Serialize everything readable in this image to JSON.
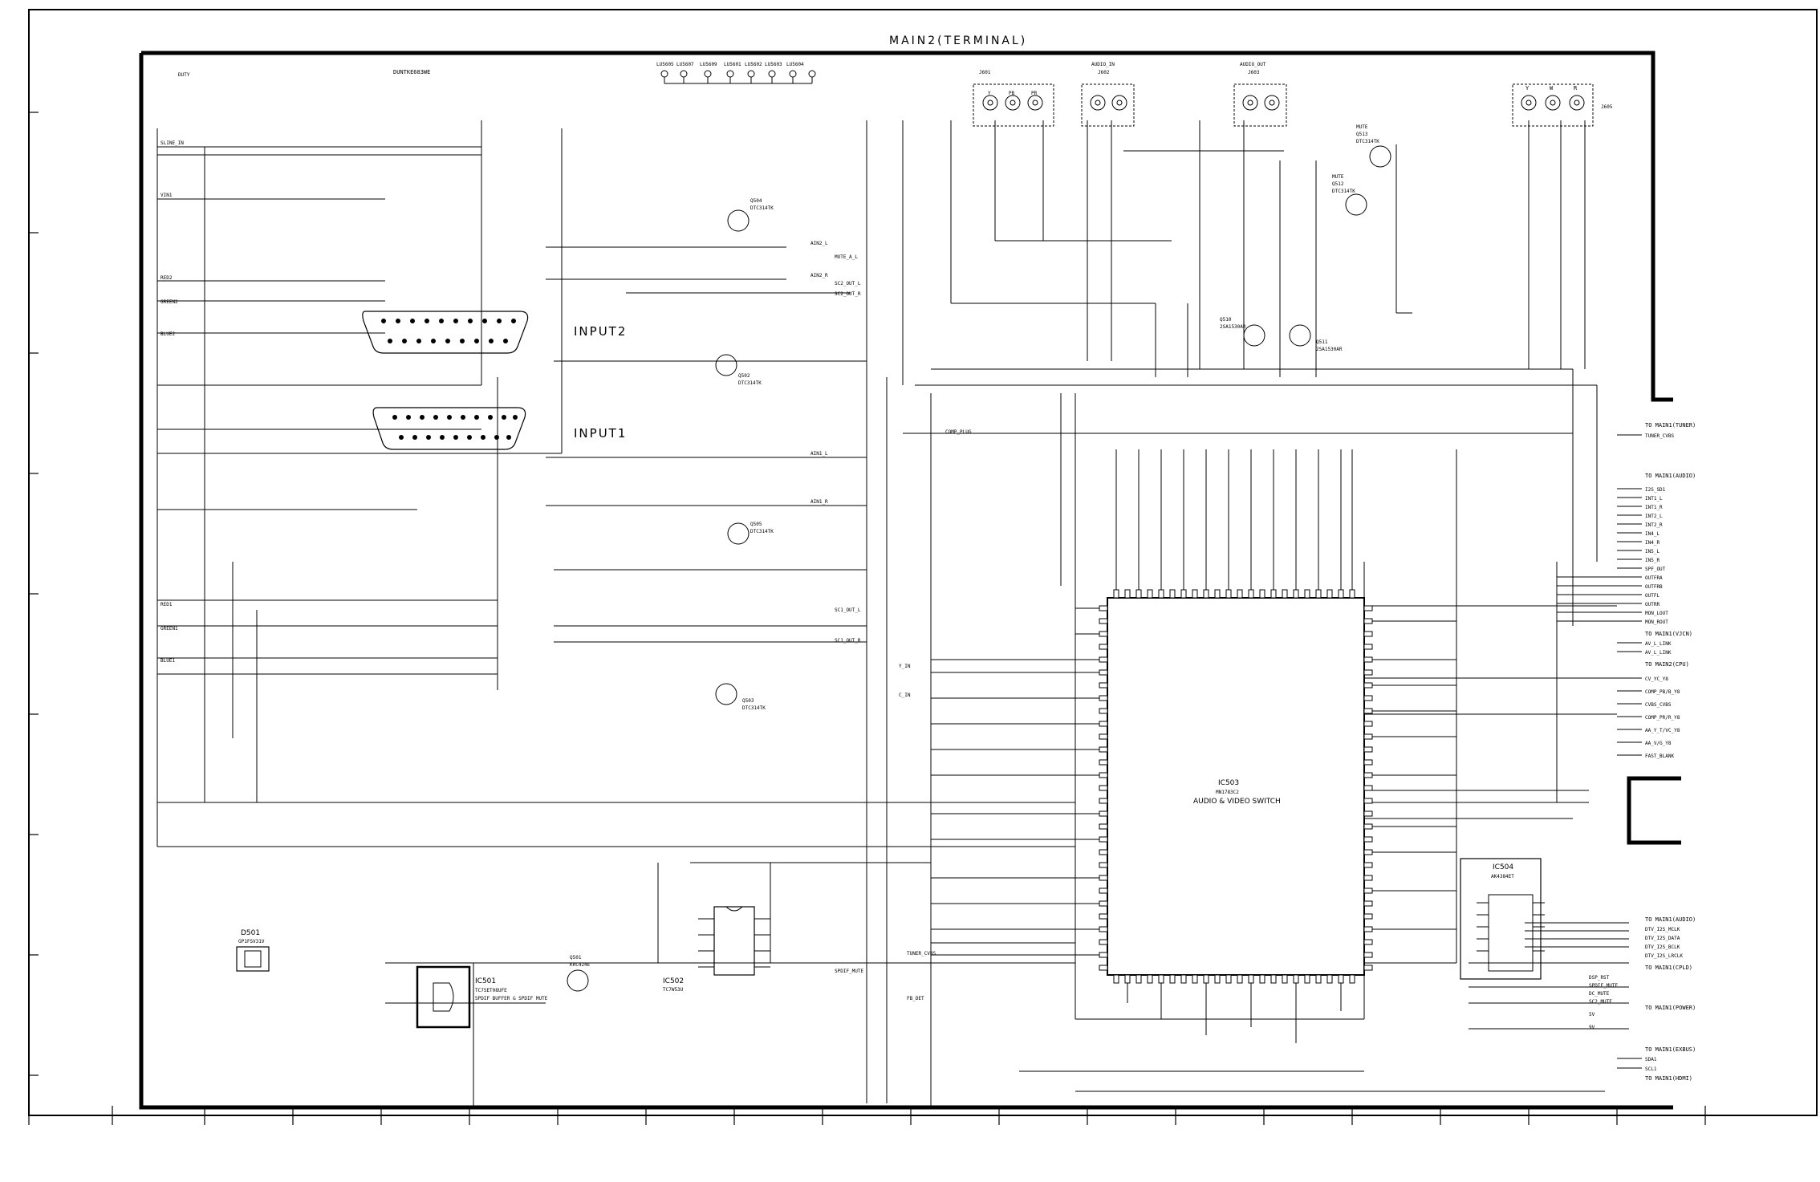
{
  "sheet": {
    "title": "MAIN2(TERMINAL)",
    "board_id": "DUNTKE683WE"
  },
  "blocks": {
    "input2": "INPUT2",
    "input1": "INPUT1"
  },
  "ics": [
    {
      "id": "ic503",
      "ref": "IC503",
      "part": "MN1783C2",
      "desc": "AUDIO & VIDEO SWITCH"
    },
    {
      "id": "ic502",
      "ref": "IC502",
      "part": "TC7W53U",
      "desc": ""
    },
    {
      "id": "ic504",
      "ref": "IC504",
      "part": "AK4384ET",
      "desc": ""
    },
    {
      "id": "ic501",
      "ref": "IC501",
      "part": "TC7SET08UFE",
      "desc": "SPDIF BUFFER & SPDIF MUTE"
    },
    {
      "id": "d501",
      "ref": "D501",
      "part": "GP1FSV31V",
      "desc": ""
    }
  ],
  "jacks": [
    {
      "ref": "J601",
      "name": ""
    },
    {
      "ref": "J602",
      "name": "AUDIO_IN"
    },
    {
      "ref": "J603",
      "name": "AUDIO_OUT"
    },
    {
      "ref": "J605",
      "name": ""
    }
  ],
  "component_pins": {
    "j605_labels": [
      "Y",
      "W",
      "R"
    ],
    "j601_labels": [
      "Y",
      "PB",
      "PR"
    ]
  },
  "top_test_points": [
    "LU5605",
    "LU5607",
    "LU5609",
    "LU5601",
    "LU5602",
    "LU5603",
    "LU5604"
  ],
  "transistors": [
    {
      "ref": "Q504",
      "part": "DTC314TK"
    },
    {
      "ref": "Q502",
      "part": "DTC314TK"
    },
    {
      "ref": "Q505",
      "part": "DTC314TK"
    },
    {
      "ref": "Q503",
      "part": "DTC314TK"
    },
    {
      "ref": "Q513",
      "part": "DTC314TK",
      "note": "MUTE"
    },
    {
      "ref": "Q512",
      "part": "DTC314TK",
      "note": "MUTE"
    },
    {
      "ref": "Q510",
      "part": "2SA1530AR"
    },
    {
      "ref": "Q511",
      "part": "2SA1530AR"
    },
    {
      "ref": "Q501",
      "part": "KRC424E"
    }
  ],
  "right_connectors": [
    {
      "title": "TO MAIN1(TUNER)",
      "signals": [
        "TUNER_CVBS"
      ]
    },
    {
      "title": "TO MAIN1(AUDIO)",
      "signals": [
        "I2S_SD1",
        "INT1_L",
        "INT1_R",
        "INT2_L",
        "INT2_R",
        "IN4_L",
        "IN4_R",
        "IN5_L",
        "IN5_R",
        "SPF_OUT",
        "OUTFRA",
        "OUTFRB",
        "OUTFL",
        "OUTRR",
        "MON_LOUT",
        "MON_ROUT"
      ]
    },
    {
      "title": "TO MAIN1(VJCN)",
      "signals": [
        "AV_L_LINK",
        "AV_L_LINK"
      ]
    },
    {
      "title": "TO MAIN2(CPU)",
      "signals": [
        "CV_YC_Y8",
        "COMP_PB/B_Y8",
        "CVBS_CVBS",
        "COMP_PR/R_Y8",
        "AA_Y_T/VC_Y8",
        "AA_V/G_Y8",
        "FAST_BLANK"
      ]
    },
    {
      "title": "TO MAIN1(AUDIO)",
      "signals": [
        "DTV_I2S_MCLK",
        "DTV_I2S_DATA",
        "DTV_I2S_BCLK",
        "DTV_I2S_LRCLK"
      ]
    },
    {
      "title": "TO MAIN1(CPLD)",
      "signals": [
        "DSP_RST",
        "SPDIF_MUTE",
        "DC_MUTE",
        "SC2_MUTE",
        "5V",
        "9V"
      ]
    },
    {
      "title": "TO MAIN1(POWER)",
      "signals": []
    },
    {
      "title": "TO MAIN1(EXBUS)",
      "signals": [
        "SDA1",
        "SCL1"
      ]
    },
    {
      "title": "TO MAIN1(HDMI)",
      "signals": []
    }
  ],
  "net_labels": [
    "DUTY",
    "SLINE_IN",
    "VIN1",
    "RED1",
    "GREEN1",
    "BLUE1",
    "RED2",
    "GREEN2",
    "BLUE2",
    "AIN2_L",
    "AIN2_R",
    "AIN1_L",
    "AIN1_R",
    "SC2_OUT_L",
    "SC2_OUT_R",
    "SC1_OUT_L",
    "SC1_OUT_R",
    "MUTE_A_L",
    "Y_IN",
    "C_IN",
    "TUNER_CVBS",
    "SPDIF_MUTE",
    "FB_DET",
    "COMP_PLUG"
  ],
  "ruler_marks": [
    "",
    "",
    "",
    "",
    "",
    "",
    "",
    "",
    "",
    "",
    "",
    "",
    "",
    "",
    "",
    "",
    "",
    "",
    ""
  ],
  "colors": {
    "ink": "#000000",
    "paper": "#ffffff"
  }
}
